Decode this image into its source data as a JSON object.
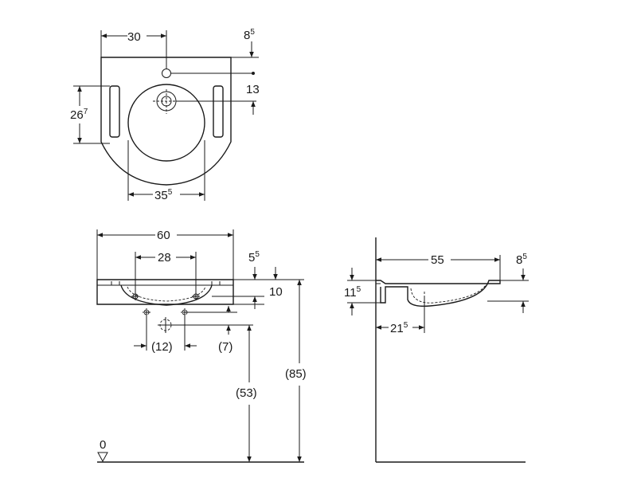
{
  "top_view": {
    "dim_width_to_tap": {
      "main": "30",
      "sup": ""
    },
    "dim_rim_depth": {
      "main": "8",
      "sup": "5"
    },
    "dim_tap_to_drain": {
      "main": "13",
      "sup": ""
    },
    "dim_handle_length": {
      "main": "26",
      "sup": "7"
    },
    "dim_bowl_width": {
      "main": "35",
      "sup": "5"
    }
  },
  "front_view": {
    "dim_overall_width": {
      "main": "60",
      "sup": ""
    },
    "dim_fixing_spacing": {
      "main": "28",
      "sup": ""
    },
    "dim_rim_thickness": {
      "main": "5",
      "sup": "5"
    },
    "dim_bowl_depth": {
      "main": "10",
      "sup": ""
    },
    "dim_drain_spacing": {
      "main": "(12)",
      "sup": ""
    },
    "dim_drain_offset": {
      "main": "(7)",
      "sup": ""
    },
    "dim_drain_height": {
      "main": "(53)",
      "sup": ""
    },
    "dim_rim_height": {
      "main": "(85)",
      "sup": ""
    },
    "floor_label": {
      "main": "0",
      "sup": ""
    }
  },
  "side_view": {
    "dim_projection": {
      "main": "55",
      "sup": ""
    },
    "dim_rim_depth": {
      "main": "8",
      "sup": "5"
    },
    "dim_body_height": {
      "main": "11",
      "sup": "5"
    },
    "dim_drain_projection": {
      "main": "21",
      "sup": "5"
    }
  }
}
